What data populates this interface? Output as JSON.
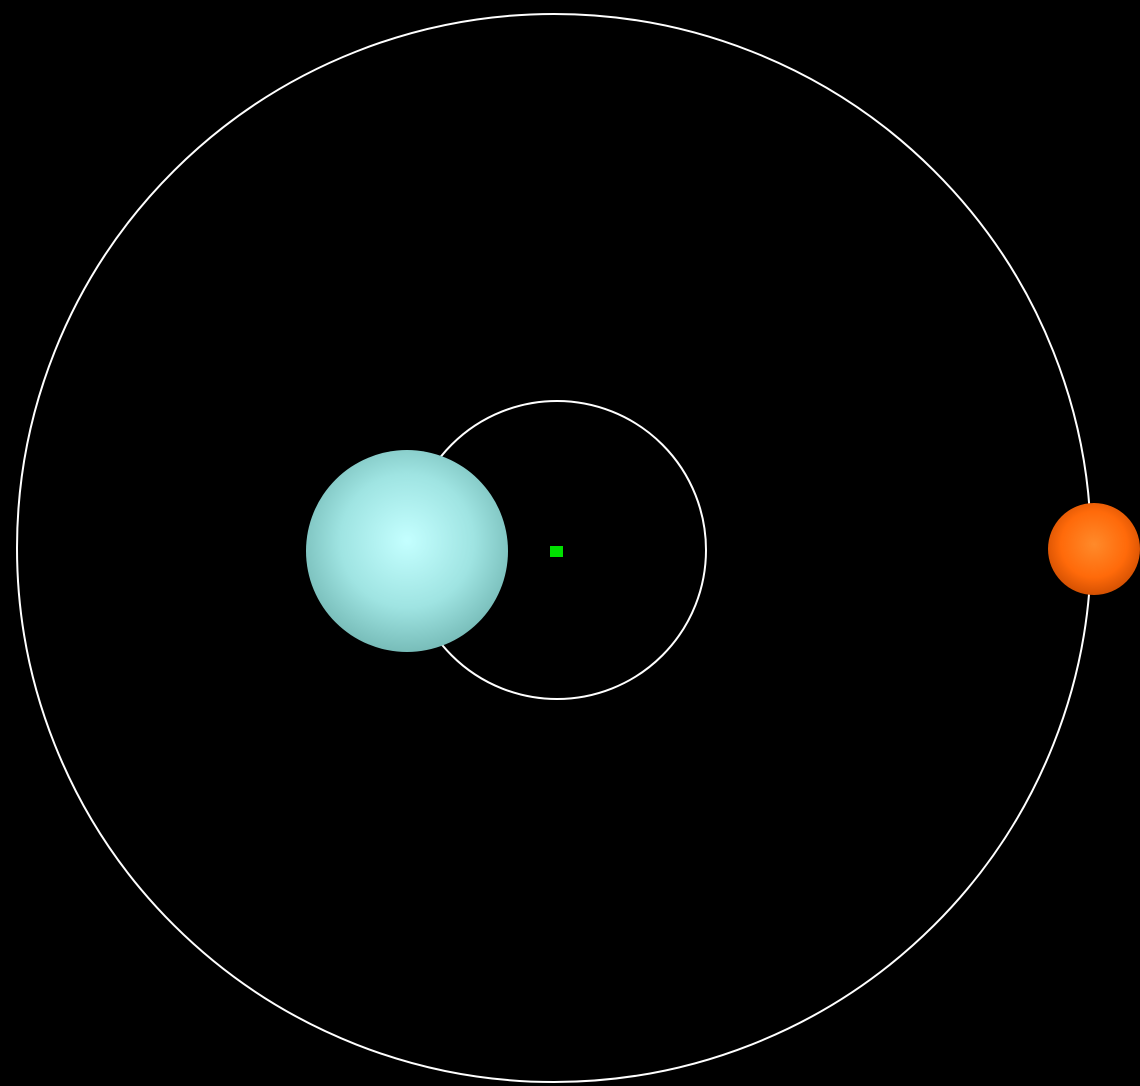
{
  "colors": {
    "background": "#000000",
    "orbit_stroke": "#ffffff",
    "barycenter": "#00e000",
    "cyan_body_light": "#c4ffff",
    "cyan_body_mid": "#9fe4e2",
    "cyan_body_dark": "#6fb4b0",
    "orange_body_light": "#ff8a2a",
    "orange_body_mid": "#ff6a0a",
    "orange_body_dark": "#c94a00"
  },
  "icons": {
    "barycenter": "barycenter-marker",
    "cyan_body": "planet-sphere",
    "orange_body": "moon-sphere",
    "outer_orbit": "orbit-path",
    "inner_orbit": "orbit-path"
  }
}
